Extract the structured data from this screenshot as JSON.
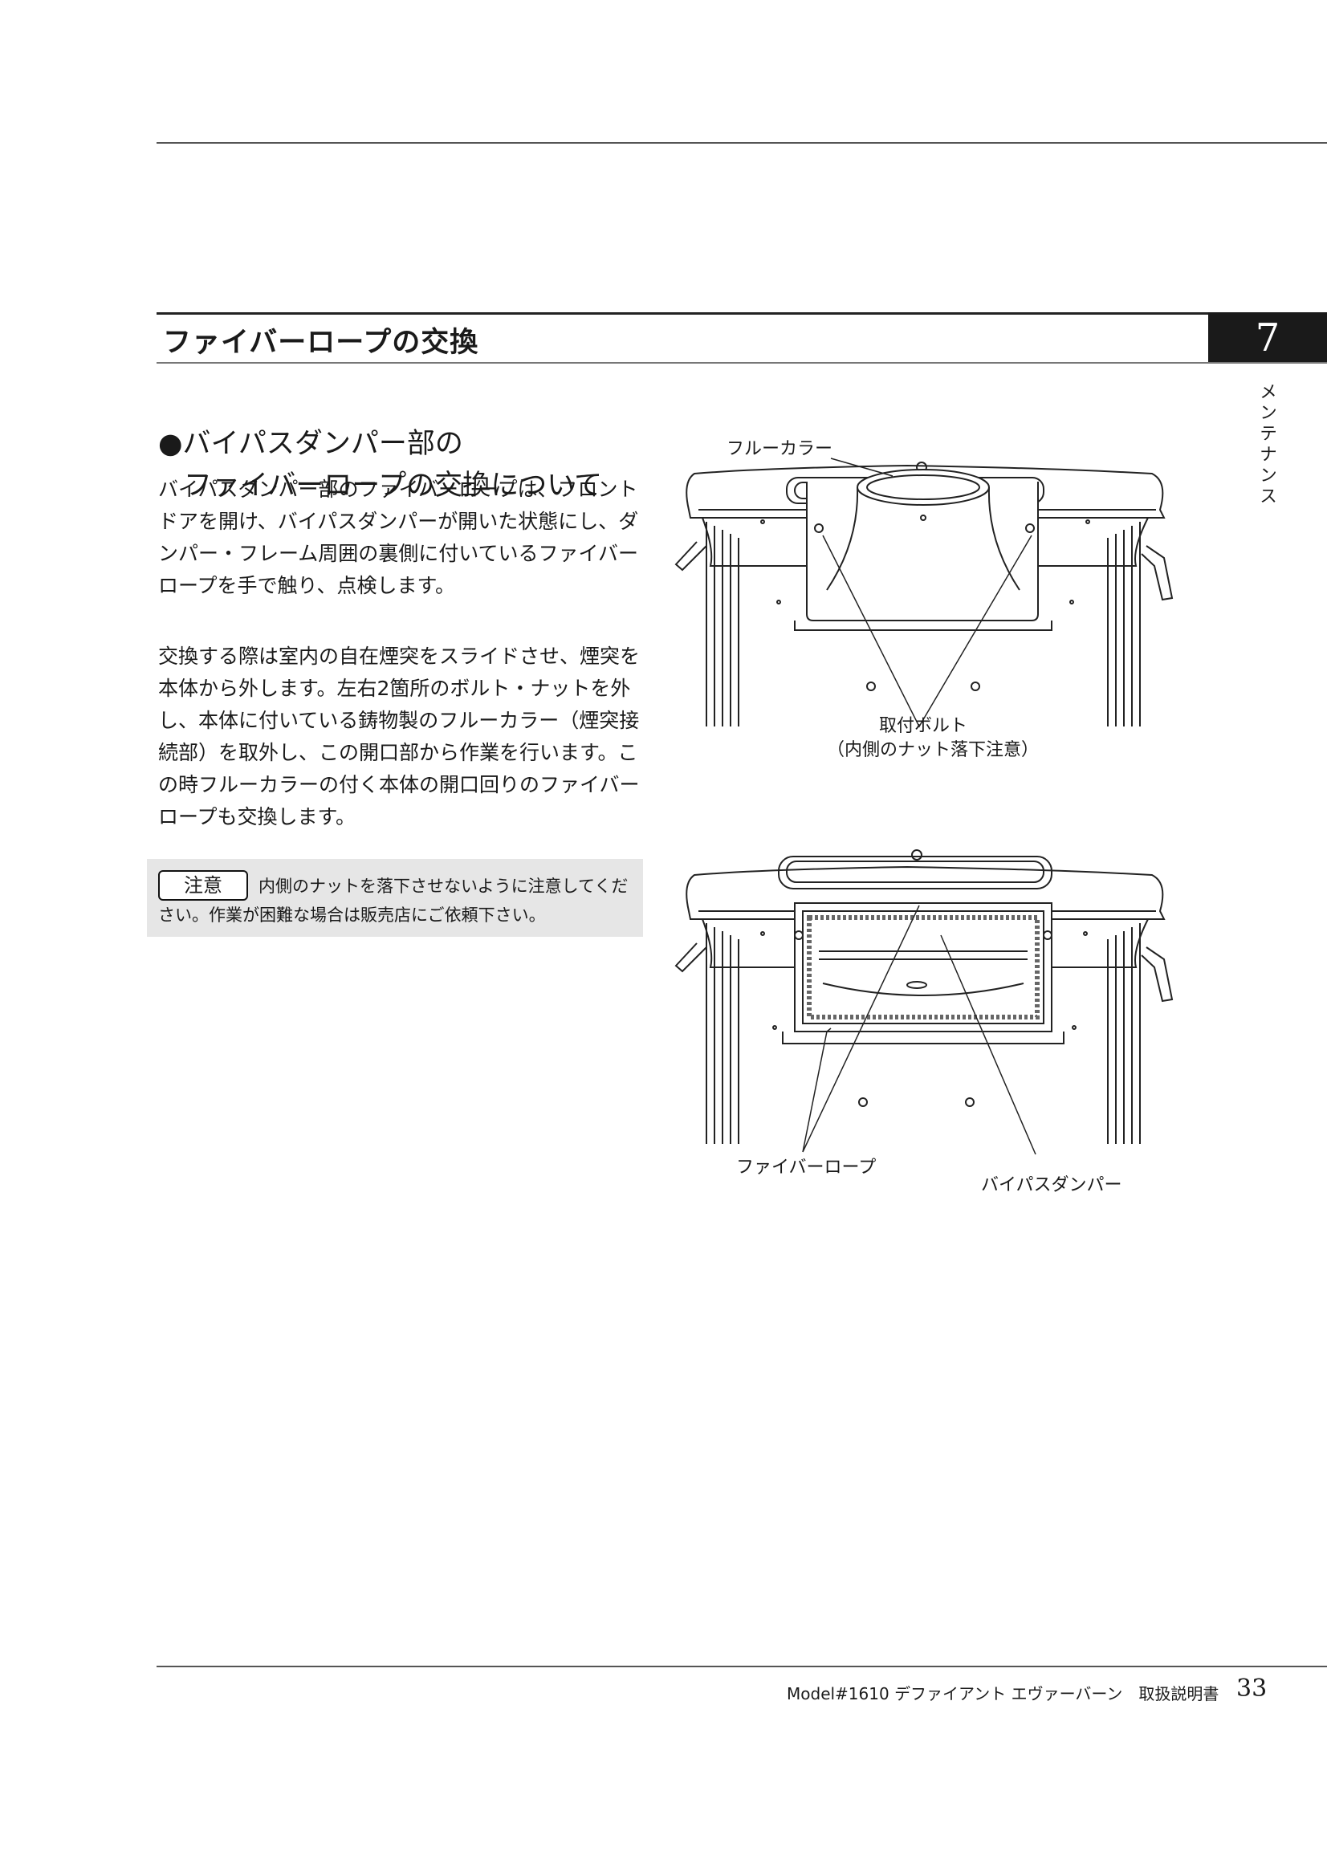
{
  "section": {
    "title": "ファイバーロープの交換",
    "chapter_number": "7",
    "side_tab": "メンテナンス"
  },
  "subsection": {
    "title_line1": "●バイパスダンパー部の",
    "title_line2": "ファイバーロープの交換について"
  },
  "body": {
    "paragraph1": "バイパスダンパー部のファイバーロープは、フロントドアを開け、バイパスダンパーが開いた状態にし、ダンパー・フレーム周囲の裏側に付いているファイバーロープを手で触り、点検します。",
    "paragraph2": "交換する際は室内の自在煙突をスライドさせ、煙突を本体から外します。左右2箇所のボルト・ナットを外し、本体に付いている鋳物製のフルーカラー（煙突接続部）を取外し、この開口部から作業を行います。この時フルーカラーの付く本体の開口回りのファイバーロープも交換します。"
  },
  "caution": {
    "label": "注意",
    "text": "内側のナットを落下させないように注意してください。作業が困難な場合は販売店にご依頼下さい。"
  },
  "diagram1": {
    "label_flue_collar": "フルーカラー",
    "label_bolt_line1": "取付ボルト",
    "label_bolt_line2": "（内側のナット落下注意）"
  },
  "diagram2": {
    "label_fiber_rope": "ファイバーロープ",
    "label_bypass_damper": "バイパスダンパー"
  },
  "footer": {
    "manual_title": "Model#1610 デファイアント エヴァーバーン　取扱説明書",
    "page_number": "33"
  }
}
